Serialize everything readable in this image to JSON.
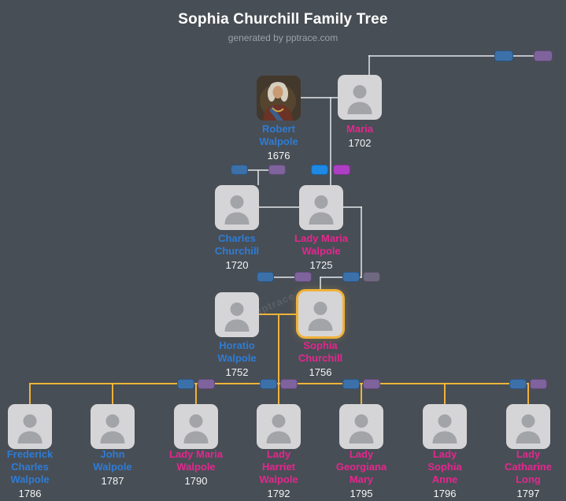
{
  "header": {
    "title": "Sophia Churchill Family Tree",
    "subtitle": "generated by pptrace.com"
  },
  "watermark": "pptrace",
  "colors": {
    "background": "#484e55",
    "male_name": "#2e7cd6",
    "female_name": "#e5268f",
    "year_text": "#f5f6f7",
    "connector": "#e4e8eb",
    "highlight": "#f0b23a",
    "mini_node_male": "#3c70a9",
    "mini_node_female": "#7e639c"
  },
  "people": [
    {
      "name": "Robert\nWalpole",
      "year": "1676",
      "gender": "male",
      "selected": false
    },
    {
      "name": "Maria",
      "year": "1702",
      "gender": "female",
      "selected": false
    },
    {
      "name": "Charles\nChurchill",
      "year": "1720",
      "gender": "male",
      "selected": false
    },
    {
      "name": "Lady Maria\nWalpole",
      "year": "1725",
      "gender": "female",
      "selected": false
    },
    {
      "name": "Horatio\nWalpole",
      "year": "1752",
      "gender": "male",
      "selected": false
    },
    {
      "name": "Sophia\nChurchill",
      "year": "1756",
      "gender": "female",
      "selected": true
    },
    {
      "name": "Frederick\nCharles\nWalpole",
      "year": "1786",
      "gender": "male",
      "selected": false
    },
    {
      "name": "John\nWalpole",
      "year": "1787",
      "gender": "male",
      "selected": false
    },
    {
      "name": "Lady Maria\nWalpole",
      "year": "1790",
      "gender": "female",
      "selected": false
    },
    {
      "name": "Lady\nHarriet\nWalpole",
      "year": "1792",
      "gender": "female",
      "selected": false
    },
    {
      "name": "Lady\nGeorgiana\nMary",
      "year": "1795",
      "gender": "female",
      "selected": false
    },
    {
      "name": "Lady\nSophia\nAnne",
      "year": "1796",
      "gender": "female",
      "selected": false
    },
    {
      "name": "Lady\nCatharine\nLong",
      "year": "1797",
      "gender": "female",
      "selected": false
    }
  ]
}
